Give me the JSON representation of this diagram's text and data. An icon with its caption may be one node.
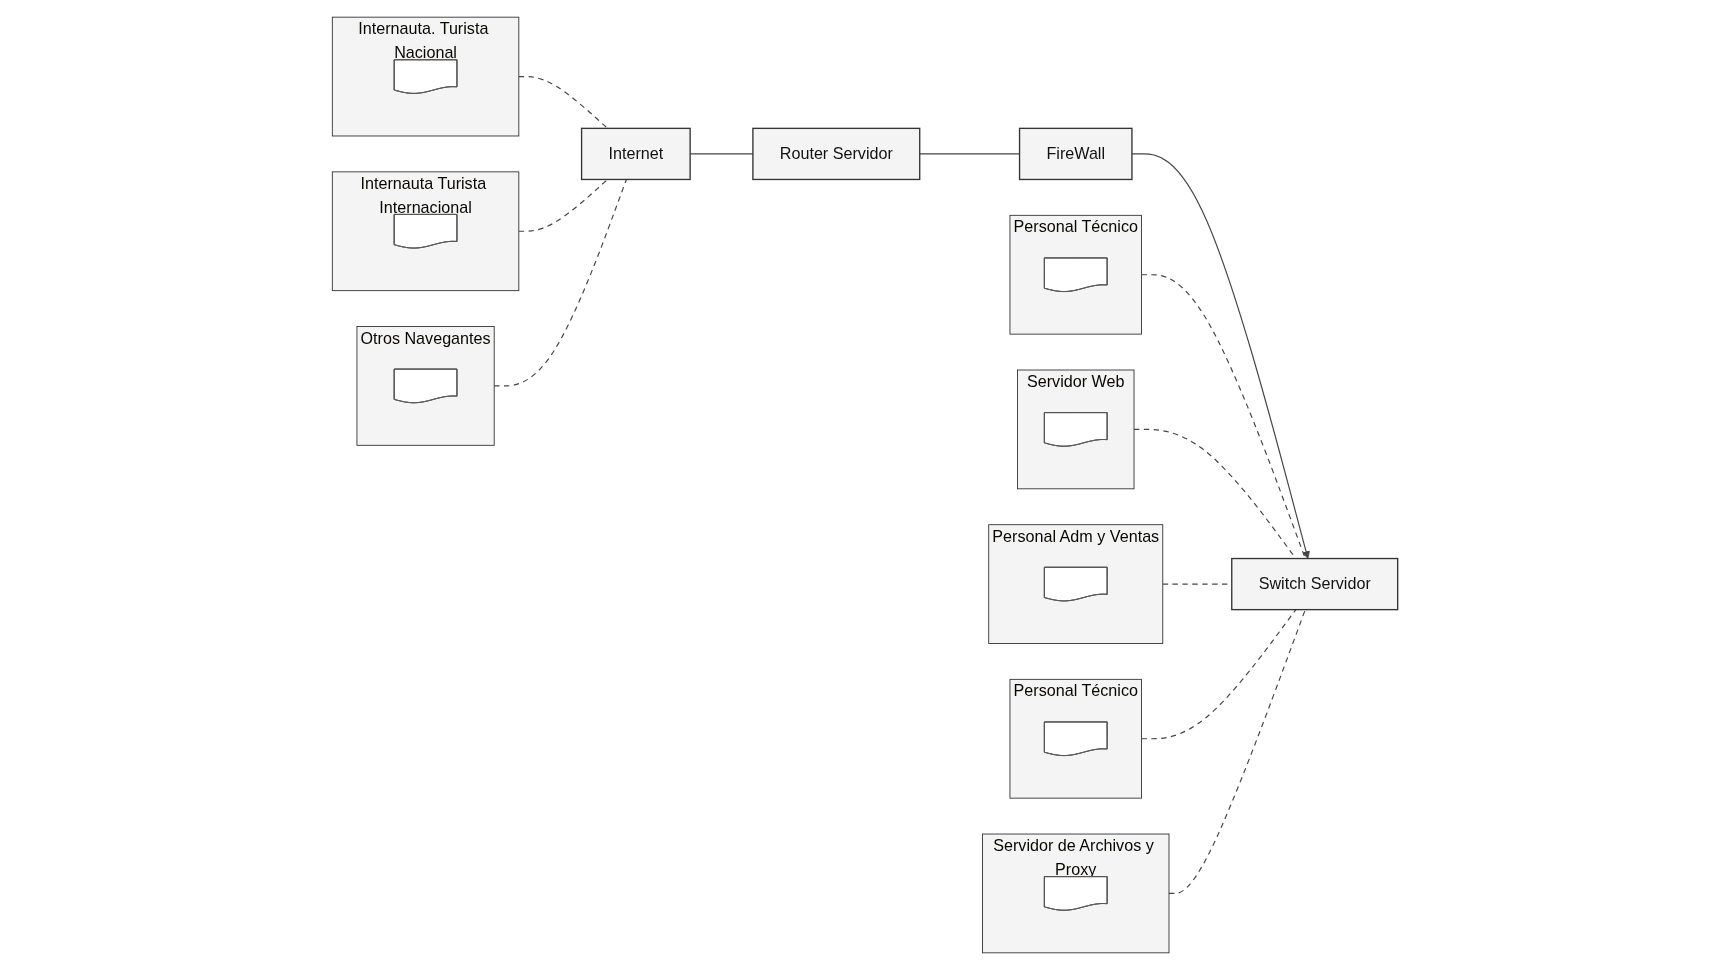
{
  "diagram": {
    "nodes": [
      {
        "text": [
          "Personal Técnico"
        ]
      },
      {
        "text": [],
        "shape": "document",
        "in": 0
      },
      {
        "text": [
          "Servidor Web"
        ]
      },
      {
        "text": [],
        "shape": "document",
        "in": 2
      },
      {
        "text": [
          "Internauta. Turista Nacional"
        ]
      },
      {
        "text": [],
        "shape": "document",
        "in": 4
      },
      {
        "text": [
          "Personal Adm y Ventas"
        ]
      },
      {
        "text": [],
        "shape": "document",
        "in": 6
      },
      {
        "text": [
          "Switch Servidor"
        ]
      },
      {
        "text": [
          "FireWall"
        ]
      },
      {
        "text": [
          "Router Servidor"
        ]
      },
      {
        "text": [
          "Internet"
        ]
      },
      {
        "text": [
          "Internauta Turista Internacional"
        ]
      },
      {
        "text": [],
        "shape": "document",
        "in": 12
      },
      {
        "text": [
          "Personal Técnico"
        ]
      },
      {
        "text": [],
        "shape": "document",
        "in": 14
      },
      {
        "text": [
          "Servidor de Archivos y Proxy"
        ]
      },
      {
        "text": [],
        "shape": "document",
        "in": 16
      },
      {
        "text": [
          "Otros Navegantes"
        ]
      },
      {
        "text": [],
        "shape": "document",
        "in": 18
      }
    ],
    "edges": [
      {
        "from": 0,
        "to": 8,
        "arrow": "none",
        "style": "dashed"
      },
      {
        "from": 2,
        "to": 8,
        "arrow": "none",
        "style": "dashed"
      },
      {
        "from": 6,
        "to": 8,
        "arrow": "none",
        "style": "dashed"
      },
      {
        "from": 14,
        "to": 8,
        "arrow": "none",
        "style": "dashed"
      },
      {
        "from": 16,
        "to": 8,
        "arrow": "none",
        "style": "dashed"
      },
      {
        "from": 9,
        "to": 8,
        "arrow": "to"
      },
      {
        "from": 10,
        "to": 9,
        "arrow": "none"
      },
      {
        "from": 11,
        "to": 10,
        "arrow": "none"
      },
      {
        "from": 4,
        "to": 11,
        "arrow": "none",
        "style": "dashed"
      },
      {
        "from": 12,
        "to": 11,
        "arrow": "none",
        "style": "dashed"
      },
      {
        "from": 18,
        "to": 11,
        "arrow": "none",
        "style": "dashed"
      }
    ]
  }
}
